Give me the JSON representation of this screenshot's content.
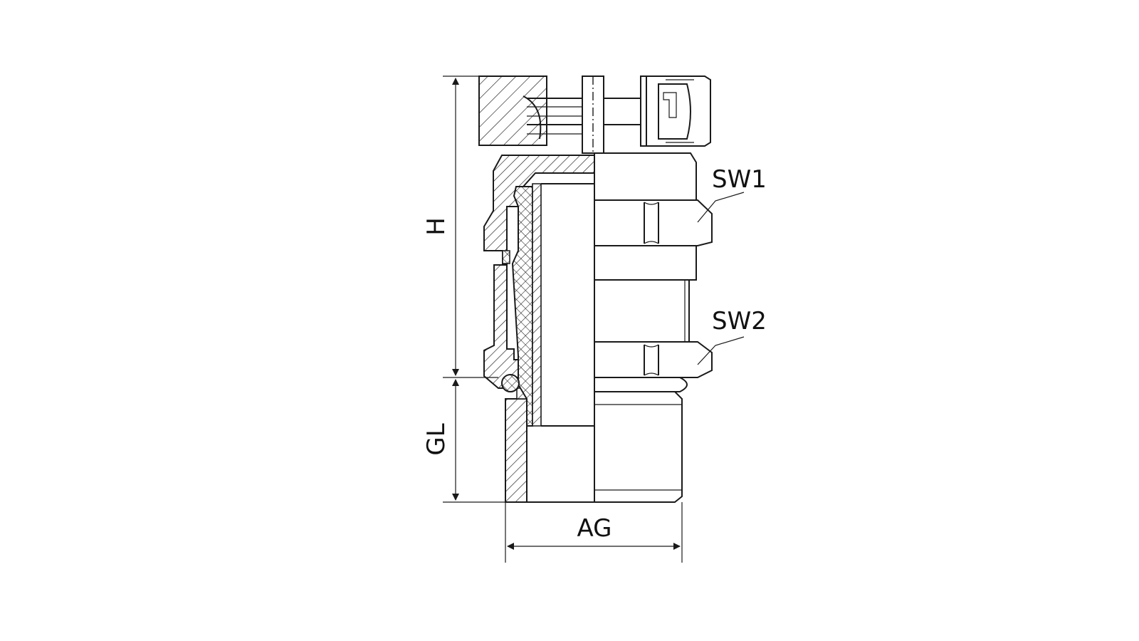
{
  "drawing": {
    "labels": {
      "height": "H",
      "thread_length": "GL",
      "outer_thread": "AG",
      "wrench_size_1": "SW1",
      "wrench_size_2": "SW2"
    },
    "colors": {
      "line": "#1a1a1a",
      "background": "#ffffff"
    }
  }
}
